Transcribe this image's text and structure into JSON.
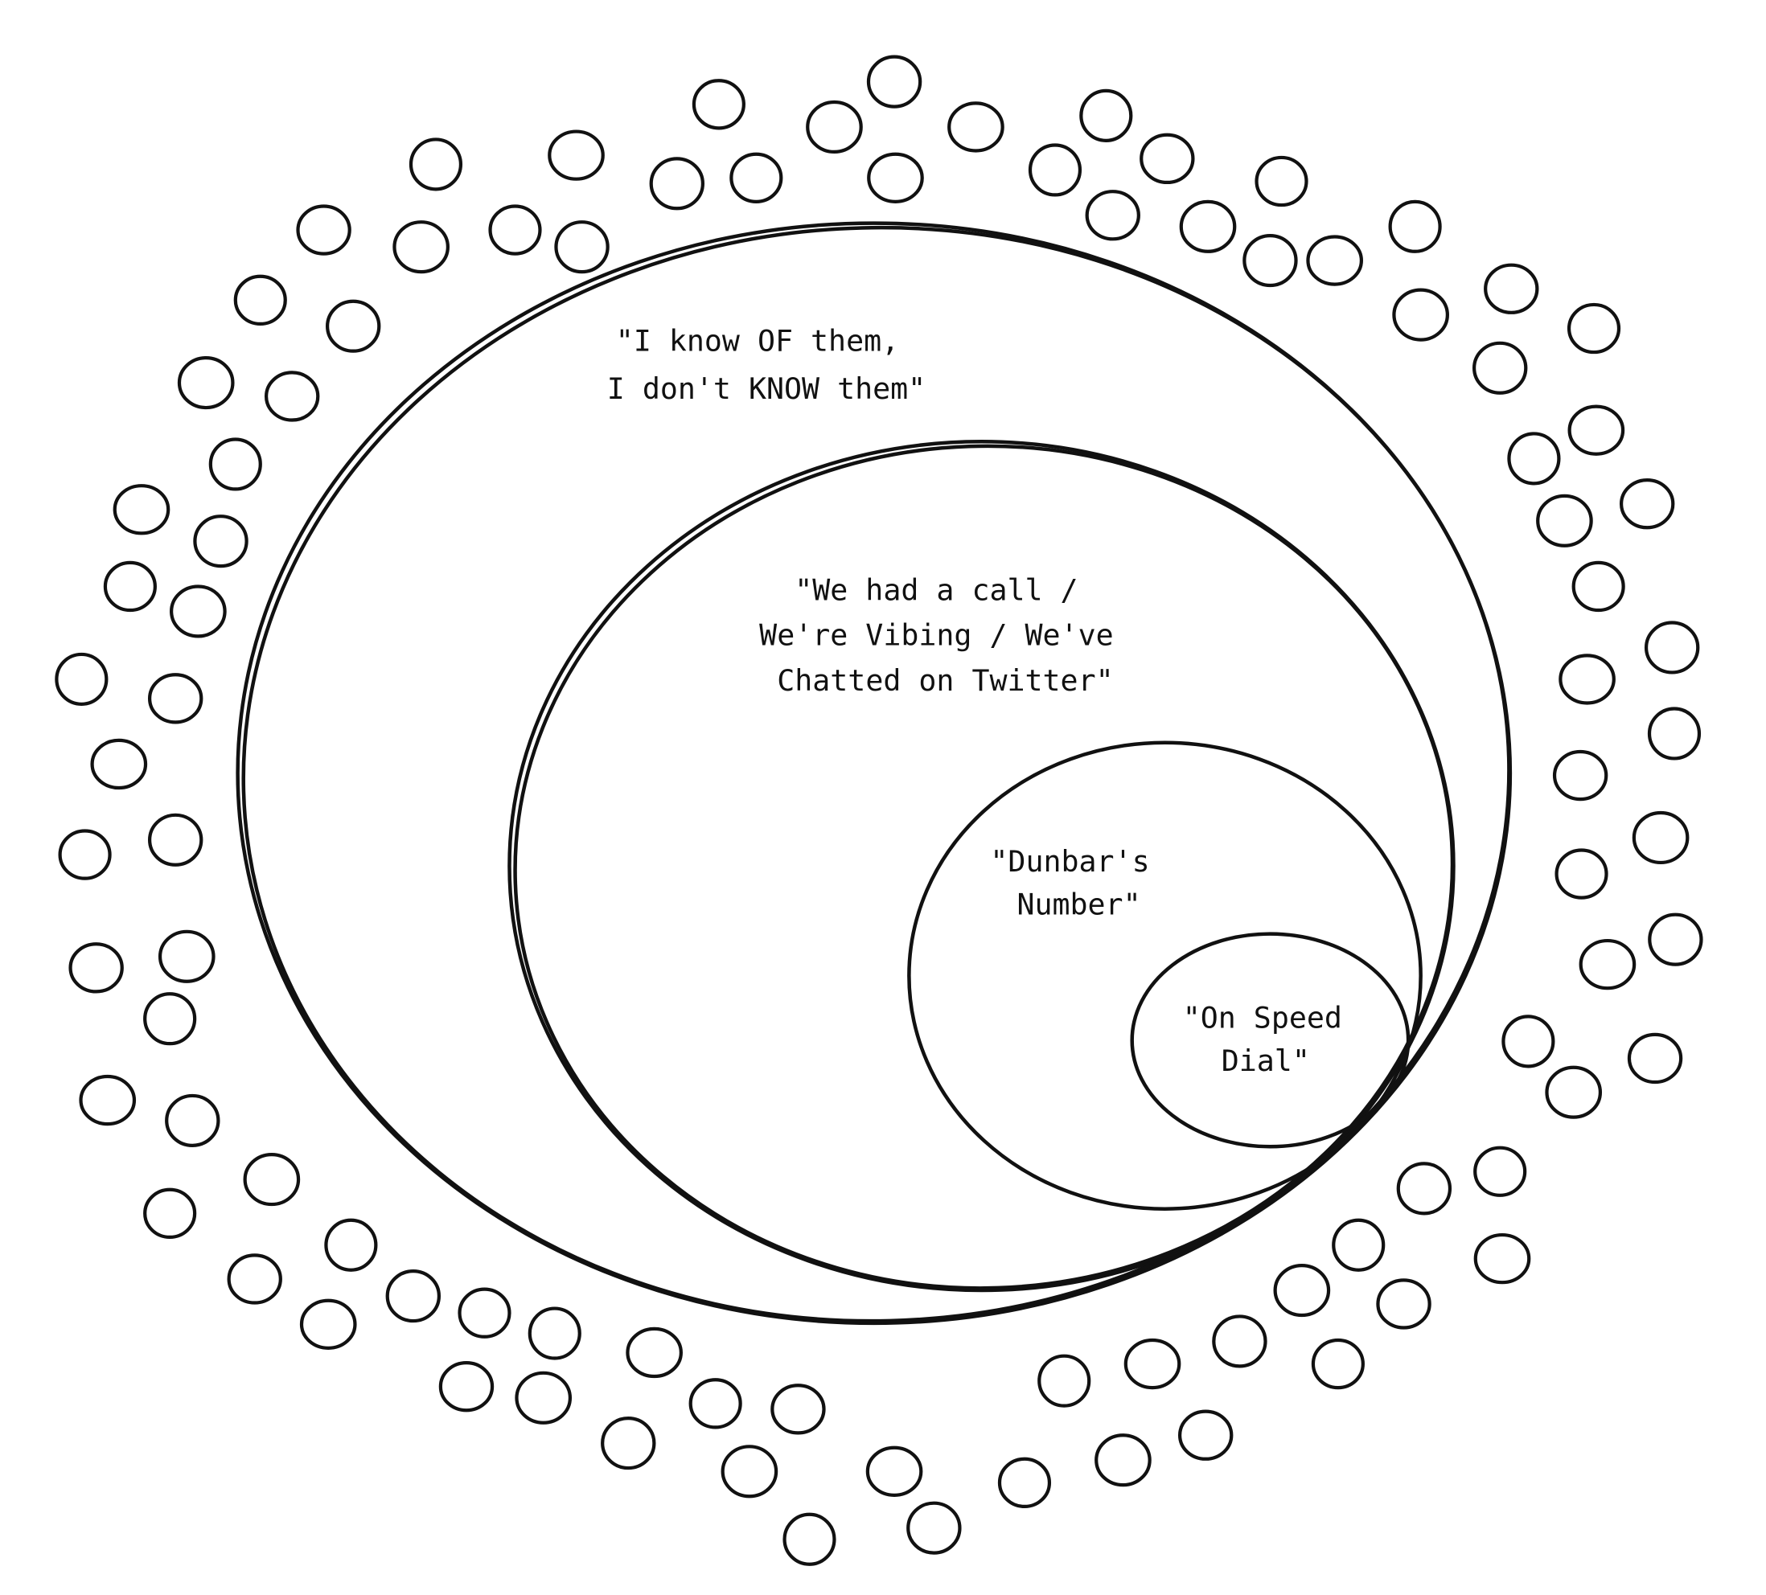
{
  "diagram": {
    "rings": [
      {
        "name": "acquaintances",
        "lines": [
          "\"I know OF them,",
          "I don't KNOW them\""
        ]
      },
      {
        "name": "contacts",
        "lines": [
          "\"We had a call /",
          "We're Vibing / We've",
          "Chatted on Twitter\""
        ]
      },
      {
        "name": "dunbar",
        "lines": [
          "\"Dunbar's",
          "Number\""
        ]
      },
      {
        "name": "speed-dial",
        "lines": [
          "\"On Speed",
          "Dial\""
        ]
      }
    ],
    "stroke_color": "#111111",
    "background": "#ffffff"
  }
}
